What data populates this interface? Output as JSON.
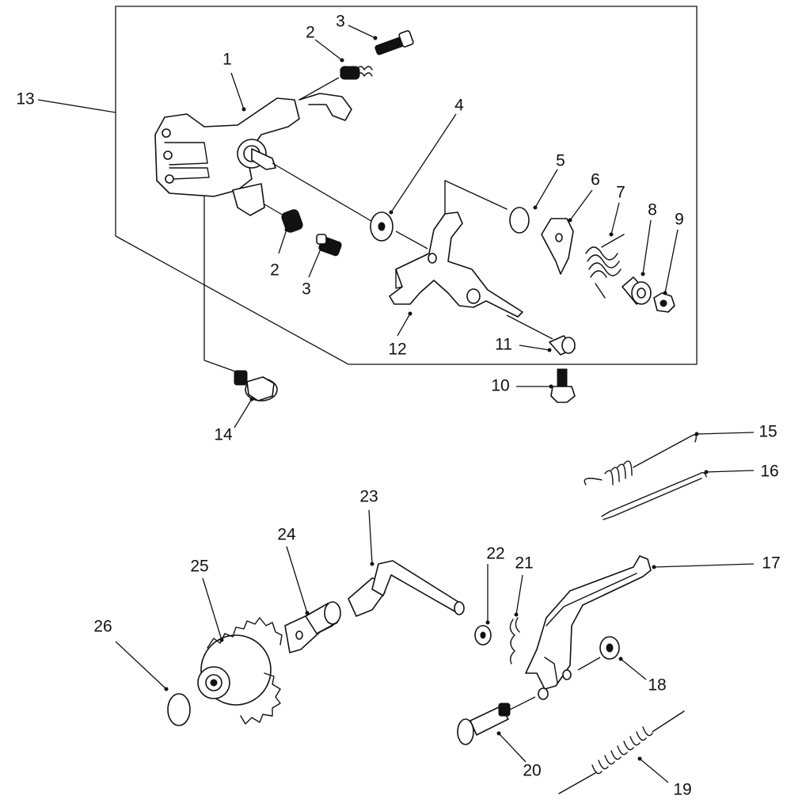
{
  "diagram": {
    "callouts": {
      "c1": "1",
      "c2a": "2",
      "c2b": "2",
      "c3a": "3",
      "c3b": "3",
      "c4": "4",
      "c5": "5",
      "c6": "6",
      "c7": "7",
      "c8": "8",
      "c9": "9",
      "c10": "10",
      "c11": "11",
      "c12": "12",
      "c13": "13",
      "c14": "14",
      "c15": "15",
      "c16": "16",
      "c17": "17",
      "c18": "18",
      "c19": "19",
      "c20": "20",
      "c21": "21",
      "c22": "22",
      "c23": "23",
      "c24": "24",
      "c25": "25",
      "c26": "26"
    }
  }
}
